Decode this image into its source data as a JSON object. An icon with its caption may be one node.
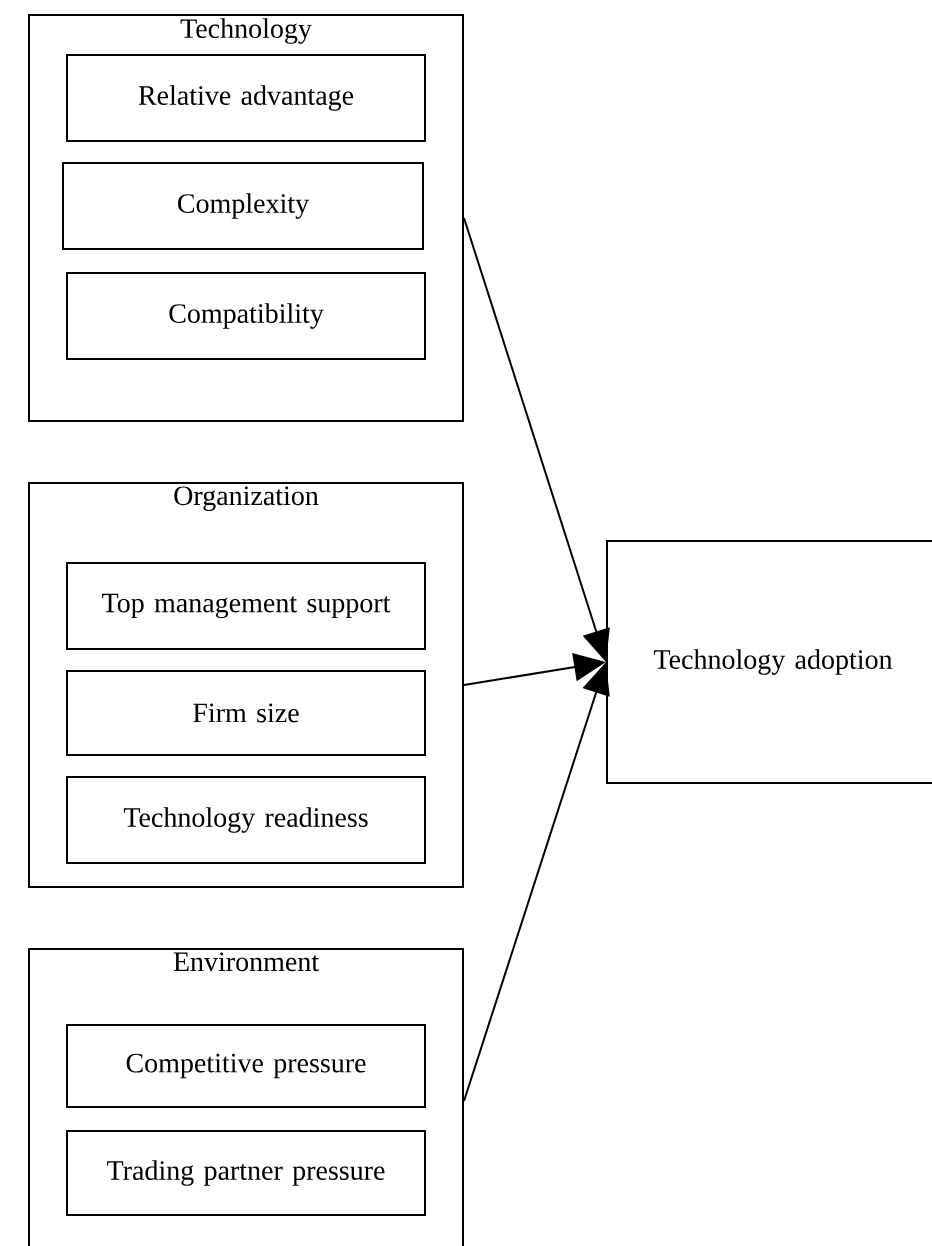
{
  "diagram": {
    "nodes": [
      {
        "text": [
          "Technology"
        ]
      },
      {
        "text": [
          "Relative advantage"
        ],
        "in": 0
      },
      {
        "text": [
          "Complexity"
        ],
        "in": 0
      },
      {
        "text": [
          "Compatibility"
        ],
        "in": 0
      },
      {
        "text": [
          "Organization"
        ]
      },
      {
        "text": [
          "Top management support"
        ],
        "in": 4
      },
      {
        "text": [
          "Firm size"
        ],
        "in": 4
      },
      {
        "text": [
          "Technology readiness"
        ],
        "in": 4
      },
      {
        "text": [
          "Environment"
        ]
      },
      {
        "text": [
          "Competitive pressure"
        ],
        "in": 8
      },
      {
        "text": [
          "Trading partner pressure"
        ],
        "in": 8
      },
      {
        "text": [
          "Technology adoption"
        ]
      }
    ],
    "edges": [
      {
        "from": 0,
        "to": 11,
        "arrow": "to"
      },
      {
        "from": 4,
        "to": 11,
        "arrow": "to"
      },
      {
        "from": 8,
        "to": 11,
        "arrow": "to"
      }
    ]
  }
}
